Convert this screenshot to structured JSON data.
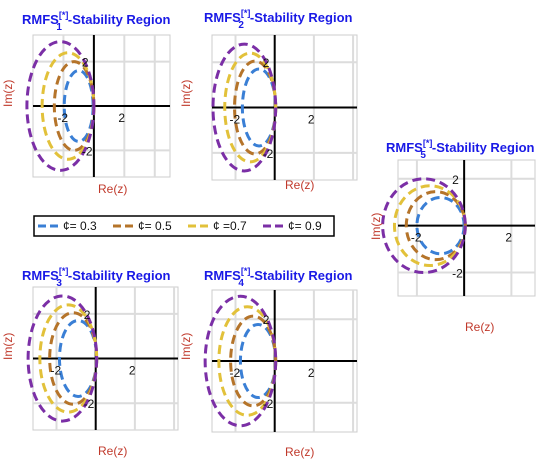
{
  "chart_data": {
    "type": "line",
    "title_base": "RMFS",
    "title_superscript": "[*]",
    "title_suffix": "-Stability Region",
    "xlabel": "Re(z)",
    "ylabel": "Im(z)",
    "legend": {
      "placement": "middle-left",
      "entries": [
        {
          "label": "¢= 0.3",
          "color": "#3a7fd5"
        },
        {
          "label": "¢= 0.5",
          "color": "#b5742a"
        },
        {
          "label": "¢ =0.7",
          "color": "#e2c13a"
        },
        {
          "label": "¢= 0.9",
          "color": "#7b2fa6"
        }
      ]
    },
    "panels": [
      {
        "subscript": "1",
        "xlim": [
          -4,
          5
        ],
        "ylim": [
          -3.2,
          3.2
        ],
        "grid": true,
        "xticks": [
          -2,
          2
        ],
        "yticks": [
          -2,
          2
        ],
        "series": [
          {
            "name": "¢= 0.3",
            "cx": -1.0,
            "rx": 0.95,
            "ry": 1.6
          },
          {
            "name": "¢= 0.5",
            "cx": -1.3,
            "rx": 1.3,
            "ry": 2.0
          },
          {
            "name": "¢ =0.7",
            "cx": -1.7,
            "rx": 1.7,
            "ry": 2.4
          },
          {
            "name": "¢= 0.9",
            "cx": -2.2,
            "rx": 2.2,
            "ry": 2.9
          }
        ]
      },
      {
        "subscript": "2",
        "xlim": [
          -3.2,
          4.2
        ],
        "ylim": [
          -3.2,
          3.2
        ],
        "grid": true,
        "xticks": [
          -2,
          2
        ],
        "yticks": [
          -2,
          2
        ],
        "series": [
          {
            "name": "¢= 0.3",
            "cx": -0.8,
            "rx": 0.85,
            "ry": 1.7
          },
          {
            "name": "¢= 0.5",
            "cx": -1.0,
            "rx": 1.05,
            "ry": 2.05
          },
          {
            "name": "¢ =0.7",
            "cx": -1.25,
            "rx": 1.3,
            "ry": 2.4
          },
          {
            "name": "¢= 0.9",
            "cx": -1.55,
            "rx": 1.6,
            "ry": 2.8
          }
        ]
      },
      {
        "subscript": "3",
        "xlim": [
          -3.2,
          4.2
        ],
        "ylim": [
          -3.2,
          3.2
        ],
        "grid": true,
        "xticks": [
          -2,
          2
        ],
        "yticks": [
          -2,
          2
        ],
        "series": [
          {
            "name": "¢= 0.3",
            "cx": -0.9,
            "rx": 0.95,
            "ry": 1.7
          },
          {
            "name": "¢= 0.5",
            "cx": -1.15,
            "rx": 1.2,
            "ry": 2.05
          },
          {
            "name": "¢ =0.7",
            "cx": -1.4,
            "rx": 1.45,
            "ry": 2.4
          },
          {
            "name": "¢= 0.9",
            "cx": -1.7,
            "rx": 1.75,
            "ry": 2.8
          }
        ]
      },
      {
        "subscript": "4",
        "xlim": [
          -3.2,
          4.2
        ],
        "ylim": [
          -3.4,
          3.4
        ],
        "grid": true,
        "xticks": [
          -2,
          2
        ],
        "yticks": [
          -2,
          2
        ],
        "series": [
          {
            "name": "¢= 0.3",
            "cx": -0.85,
            "rx": 0.9,
            "ry": 1.75
          },
          {
            "name": "¢= 0.5",
            "cx": -1.1,
            "rx": 1.15,
            "ry": 2.15
          },
          {
            "name": "¢ =0.7",
            "cx": -1.4,
            "rx": 1.45,
            "ry": 2.6
          },
          {
            "name": "¢= 0.9",
            "cx": -1.75,
            "rx": 1.8,
            "ry": 3.1
          }
        ]
      },
      {
        "subscript": "5",
        "xlim": [
          -2.8,
          3.0
        ],
        "ylim": [
          -3.0,
          2.8
        ],
        "grid": true,
        "xticks": [
          -2,
          2
        ],
        "yticks": [
          -2,
          2
        ],
        "series": [
          {
            "name": "¢= 0.3",
            "cx": -1.0,
            "rx": 1.0,
            "ry": 1.2
          },
          {
            "name": "¢= 0.5",
            "cx": -1.2,
            "rx": 1.25,
            "ry": 1.45
          },
          {
            "name": "¢ =0.7",
            "cx": -1.45,
            "rx": 1.5,
            "ry": 1.7
          },
          {
            "name": "¢= 0.9",
            "cx": -1.7,
            "rx": 1.75,
            "ry": 2.0
          }
        ]
      }
    ]
  }
}
